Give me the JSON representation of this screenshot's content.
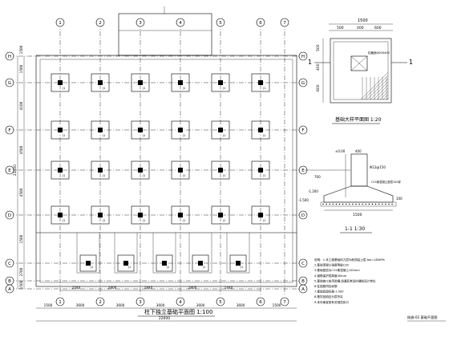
{
  "grid_x": [
    {
      "label": "1"
    },
    {
      "label": "2"
    },
    {
      "label": "3"
    },
    {
      "label": "4"
    },
    {
      "label": "5"
    },
    {
      "label": "6"
    },
    {
      "label": "7"
    }
  ],
  "grid_y": [
    {
      "label": "H"
    },
    {
      "label": "G"
    },
    {
      "label": "F"
    },
    {
      "label": "E"
    },
    {
      "label": "D"
    },
    {
      "label": "C"
    },
    {
      "label": "B"
    },
    {
      "label": "A"
    }
  ],
  "dims_left": [
    "1500",
    "1500",
    "4100",
    "4500",
    "4500",
    "1500",
    "2700",
    "1500"
  ],
  "dim_left_total": "21400",
  "dims_bottom_inner": [
    "2540",
    "2800",
    "1840",
    "2800",
    "1440"
  ],
  "dims_bottom": [
    "1500",
    "3600",
    "3600",
    "3600",
    "3600",
    "3600",
    "1500"
  ],
  "dim_bottom_total": "22000",
  "footing_tag": "J1",
  "plan_title": "柱下独立基础平面图 1:100",
  "detail_plan": {
    "title": "基础大样平面图 1:20",
    "top_dim": "1500",
    "top_dims_sub": [
      "500",
      "400",
      "600"
    ],
    "side_dims": [
      "500",
      "400",
      "600"
    ],
    "section_mark": "1",
    "column_note": "柱截面400X400"
  },
  "section": {
    "title": "1-1 1:30",
    "elev_top": "±0.00",
    "elev_mid": "-1.200",
    "elev_bot": "-1.500",
    "top_width": "400",
    "bottom_width": "1500",
    "height": "700",
    "cover": "100",
    "rebar_note": "Φ12@150",
    "bedding": "C15素混凝土垫层100厚"
  },
  "notes": [
    "说明：1.本工程基础持力层为粉质粘土层,fak=180KPa",
    "2.基础混凝土强度等级C30",
    "3.基础垫层为C15素混凝土100mm",
    "4.钢筋保护层厚度40mm",
    "5.基础施工前须验槽,如遇异常及时通知设计单位",
    "6.柱插筋同柱纵筋",
    "7.基础底面标高-1.500",
    "8.基坑回填应分层夯实",
    "9.未尽事宜按有关规范执行"
  ],
  "stamp": "结施-02  基础平面图"
}
